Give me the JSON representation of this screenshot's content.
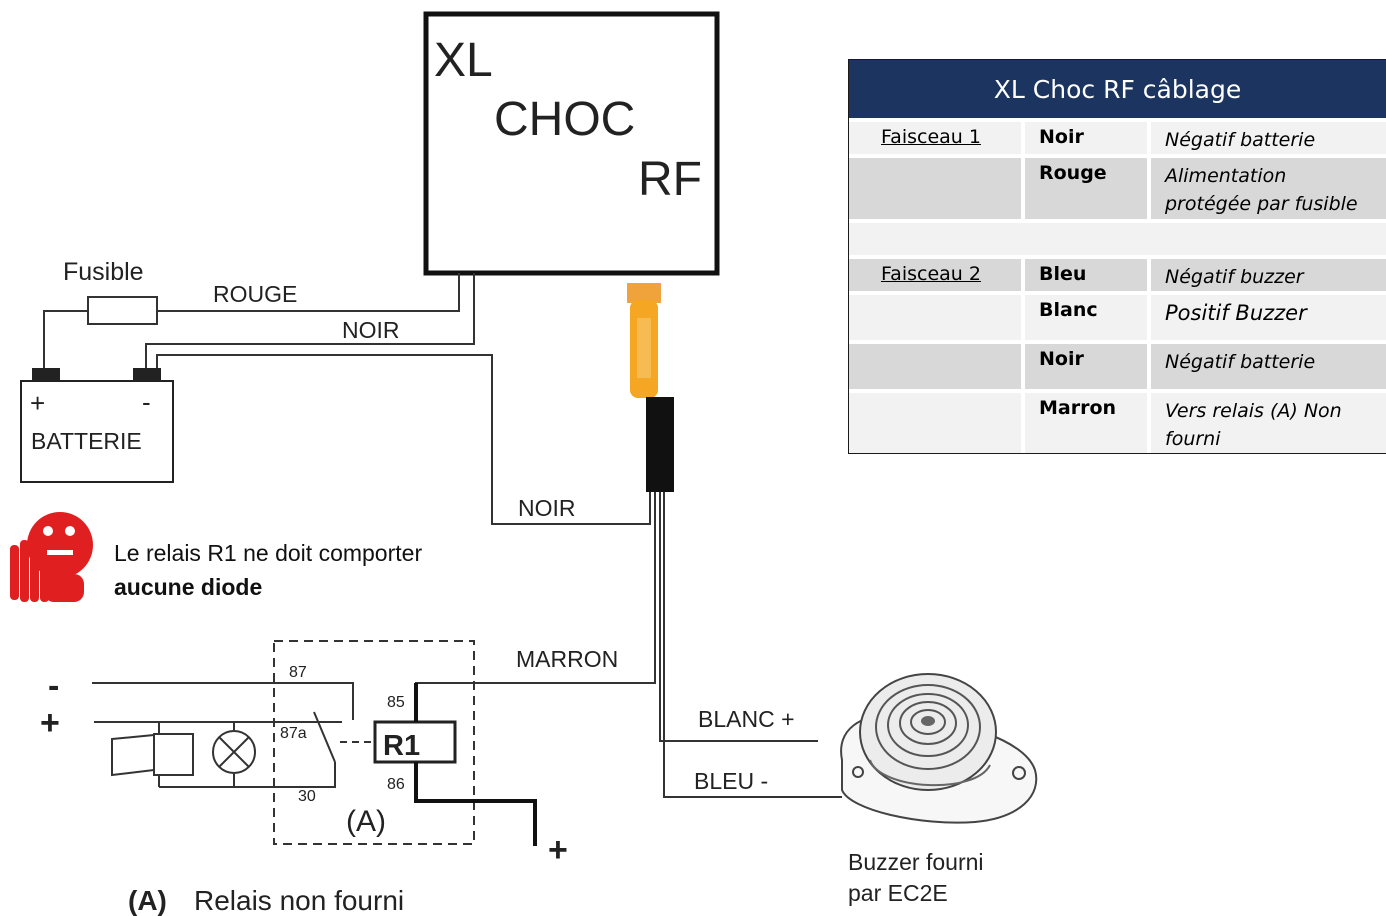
{
  "module": {
    "line1": "XL",
    "line2": "CHOC",
    "line3": "RF"
  },
  "labels": {
    "fuse": "Fusible",
    "red_wire": "ROUGE",
    "black_wire_top": "NOIR",
    "black_wire_mid": "NOIR",
    "brown_wire": "MARRON",
    "white_wire": "BLANC +",
    "blue_wire": "BLEU -"
  },
  "battery": {
    "plus": "+",
    "minus": "-",
    "name": "BATTERIE"
  },
  "warning": {
    "text": "Le relais R1 ne doit comporter",
    "bold": "aucune diode"
  },
  "relay": {
    "name": "R1",
    "pin_87": "87",
    "pin_87a": "87a",
    "pin_30": "30",
    "pin_85": "85",
    "pin_86": "86",
    "marker": "(A)",
    "minus": "-",
    "plus": "+",
    "plus_bottom": "+",
    "caption_tag": "(A)",
    "caption": "Relais non fourni"
  },
  "buzzer": {
    "caption_line1": "Buzzer fourni",
    "caption_line2": "par EC2E"
  },
  "table": {
    "title": "XL Choc RF câblage",
    "rows": [
      {
        "harness": "Faisceau 1",
        "color": "Noir",
        "function": "Négatif batterie"
      },
      {
        "harness": "",
        "color": "Rouge",
        "function": "Alimentation protégée par fusible"
      },
      {
        "harness": "Faisceau 2",
        "color": "Bleu",
        "function": "Négatif buzzer"
      },
      {
        "harness": "",
        "color": "Blanc",
        "function": "Positif Buzzer"
      },
      {
        "harness": "",
        "color": "Noir",
        "function": "Négatif batterie"
      },
      {
        "harness": "",
        "color": "Marron",
        "function": "Vers relais (A) Non fourni"
      }
    ]
  },
  "colors": {
    "table_header": "#1b3560",
    "connector": "#f5a623",
    "cable": "#111111",
    "warning_icon": "#e02020"
  },
  "icons": [
    "stop-hand-icon",
    "horn-icon",
    "lamp-icon",
    "buzzer-icon"
  ]
}
